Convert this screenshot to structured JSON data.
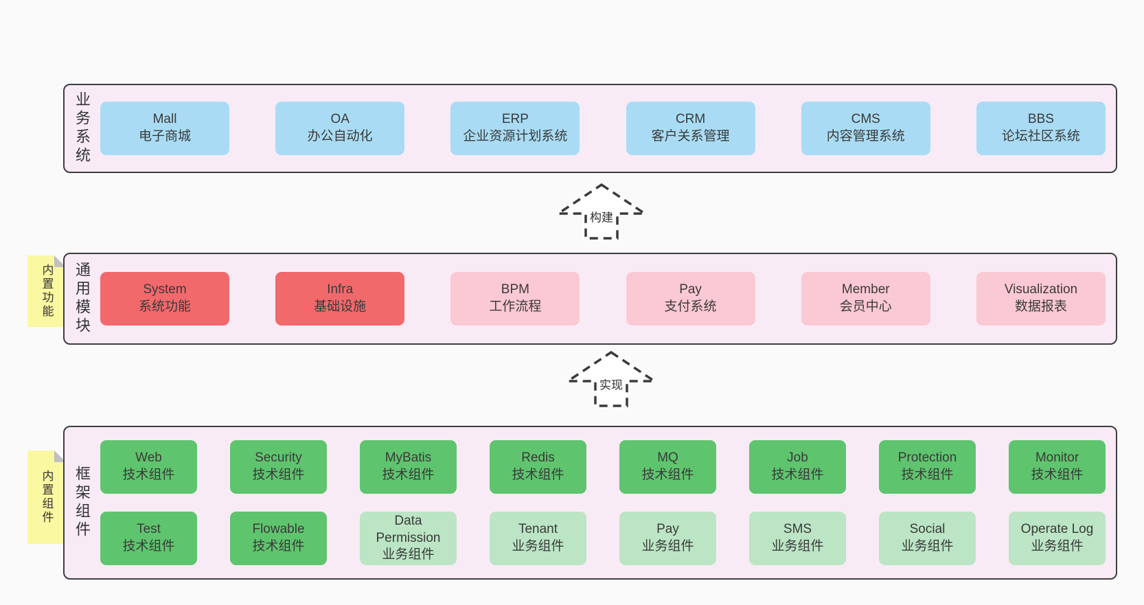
{
  "diagram": {
    "type": "layered-architecture",
    "arrows": [
      {
        "label": "构建"
      },
      {
        "label": "实现"
      }
    ],
    "bands": [
      {
        "label": "业务系统",
        "boxes": [
          {
            "name": "Mall",
            "sub": "电子商城"
          },
          {
            "name": "OA",
            "sub": "办公自动化"
          },
          {
            "name": "ERP",
            "sub": "企业资源计划系统"
          },
          {
            "name": "CRM",
            "sub": "客户关系管理"
          },
          {
            "name": "CMS",
            "sub": "内容管理系统"
          },
          {
            "name": "BBS",
            "sub": "论坛社区系统"
          }
        ]
      },
      {
        "label": "通用模块",
        "sticky": "内置功能",
        "boxes": [
          {
            "name": "System",
            "sub": "系统功能"
          },
          {
            "name": "Infra",
            "sub": "基础设施"
          },
          {
            "name": "BPM",
            "sub": "工作流程"
          },
          {
            "name": "Pay",
            "sub": "支付系统"
          },
          {
            "name": "Member",
            "sub": "会员中心"
          },
          {
            "name": "Visualization",
            "sub": "数据报表"
          }
        ]
      },
      {
        "label": "框架组件",
        "sticky": "内置组件",
        "rows": [
          [
            {
              "name": "Web",
              "sub": "技术组件"
            },
            {
              "name": "Security",
              "sub": "技术组件"
            },
            {
              "name": "MyBatis",
              "sub": "技术组件"
            },
            {
              "name": "Redis",
              "sub": "技术组件"
            },
            {
              "name": "MQ",
              "sub": "技术组件"
            },
            {
              "name": "Job",
              "sub": "技术组件"
            },
            {
              "name": "Protection",
              "sub": "技术组件"
            },
            {
              "name": "Monitor",
              "sub": "技术组件"
            }
          ],
          [
            {
              "name": "Test",
              "sub": "技术组件"
            },
            {
              "name": "Flowable",
              "sub": "技术组件"
            },
            {
              "name": "Data Permission",
              "sub": "业务组件"
            },
            {
              "name": "Tenant",
              "sub": "业务组件"
            },
            {
              "name": "Pay",
              "sub": "业务组件"
            },
            {
              "name": "SMS",
              "sub": "业务组件"
            },
            {
              "name": "Social",
              "sub": "业务组件"
            },
            {
              "name": "Operate Log",
              "sub": "业务组件"
            }
          ]
        ]
      }
    ]
  },
  "colors": {
    "page_bg": "#FAFAFA",
    "band_bg": "#F8EBF6",
    "band_border": "#3D3D3D",
    "box_blue": "#A9DCF4",
    "box_red": "#F2696C",
    "box_pink": "#FBC9D3",
    "box_green": "#5FC46E",
    "box_green_light": "#BBE5C4",
    "sticky_yellow": "#FAF8A0",
    "text": "#333333"
  }
}
